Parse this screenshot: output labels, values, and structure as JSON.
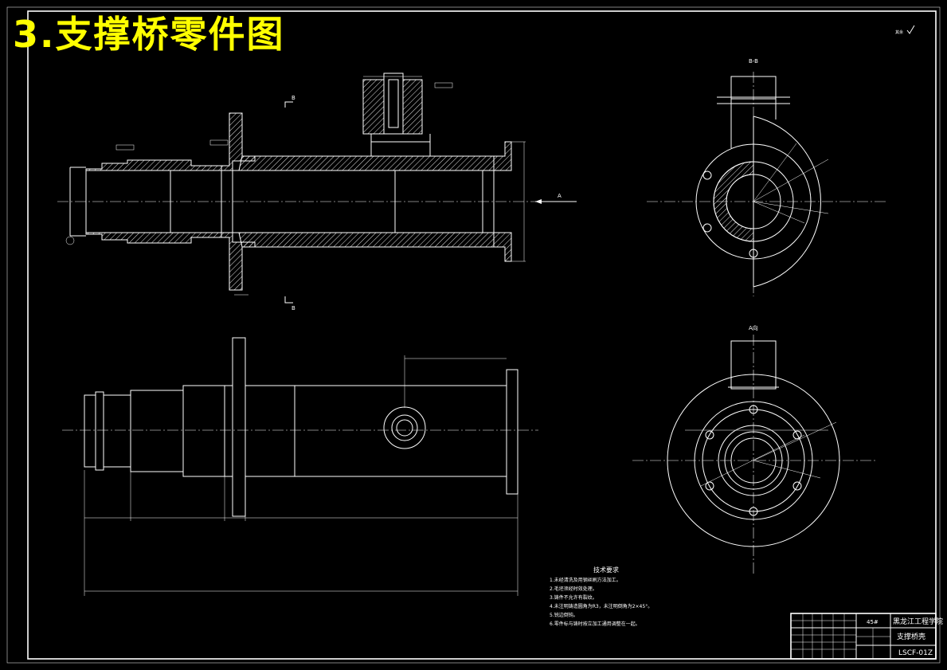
{
  "title": "3.支撑桥零件图",
  "roughness_note": "其余",
  "section_labels": {
    "section_bb_top": "B",
    "section_bb_bottom": "B",
    "view_a_arrow": "A",
    "section_bb_view": "B-B",
    "view_a": "A向"
  },
  "technical_requirements": {
    "heading": "技术要求",
    "items": [
      "1.未经清洗及用钢丝刷方法加工。",
      "2.毛坯须经时效处理。",
      "3.铸件不允许有裂纹。",
      "4.未注明铸造圆角为R3，未注明倒角为2×45°。",
      "5.锐边倒钝。",
      "6.零件标与铸时按立加工通用调整在一起。"
    ]
  },
  "title_block": {
    "school": "黑龙江工程学院",
    "part_name": "支撑桥壳",
    "drawing_no": "LSCF-01Z",
    "material": "45#"
  },
  "colors": {
    "background": "#000000",
    "title": "#ffff00",
    "lines": "#ffffff"
  }
}
